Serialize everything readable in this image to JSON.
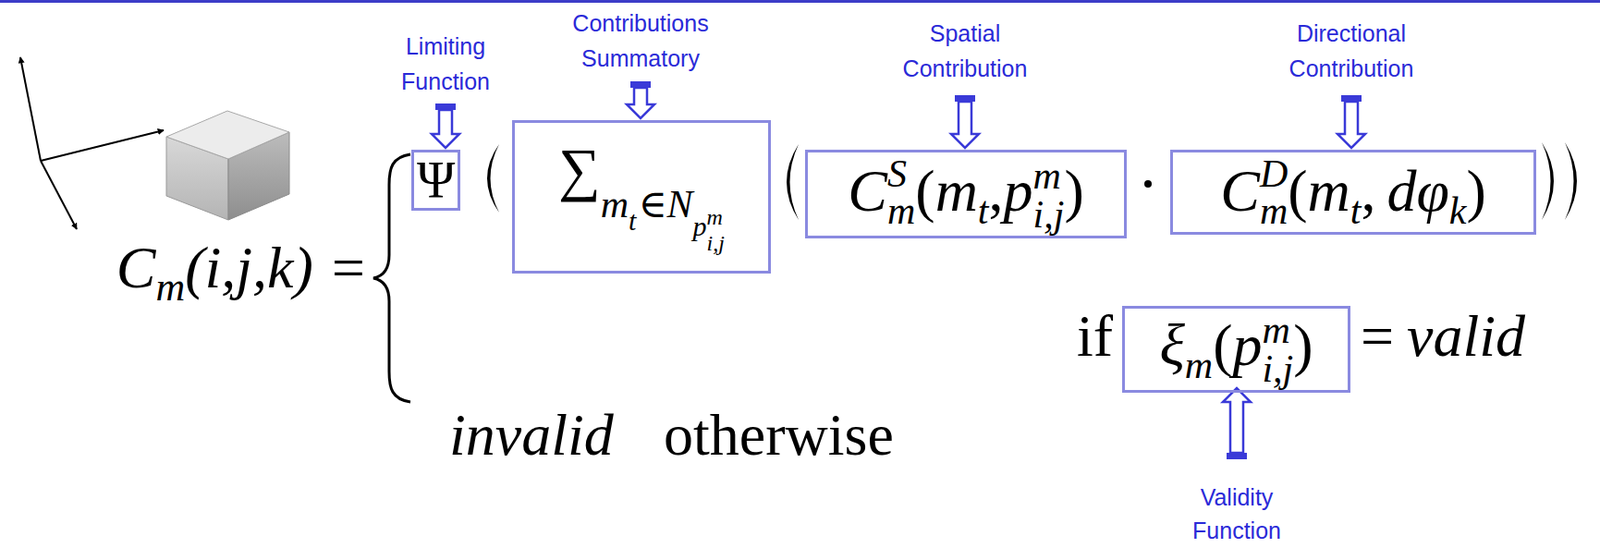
{
  "diagram": {
    "nodes": [
      {
        "text": [
          "Ψ"
        ]
      },
      {
        "text": [
          "∑",
          "m",
          "t",
          "∈",
          "N",
          "p",
          "i,j",
          "m"
        ]
      },
      {
        "text": [
          "C",
          "m",
          "S",
          "(",
          "m",
          "t",
          ",",
          "p",
          "i,j",
          "m",
          ")"
        ]
      },
      {
        "text": [
          "C",
          "m",
          "D",
          "(",
          "m",
          "t",
          ",",
          "dφ",
          "k",
          ")"
        ]
      },
      {
        "text": [
          "ξ",
          "m",
          "(",
          "p",
          "i,j",
          "m",
          ")"
        ]
      }
    ],
    "labels": [
      "Limiting Function",
      "Contributions Summatory",
      "Spatial Contribution",
      "Directional Contribution",
      "C",
      "m",
      "(i,j,k) =",
      "if",
      "=",
      "valid",
      "invalid",
      "otherwise",
      "Validity Function"
    ]
  }
}
